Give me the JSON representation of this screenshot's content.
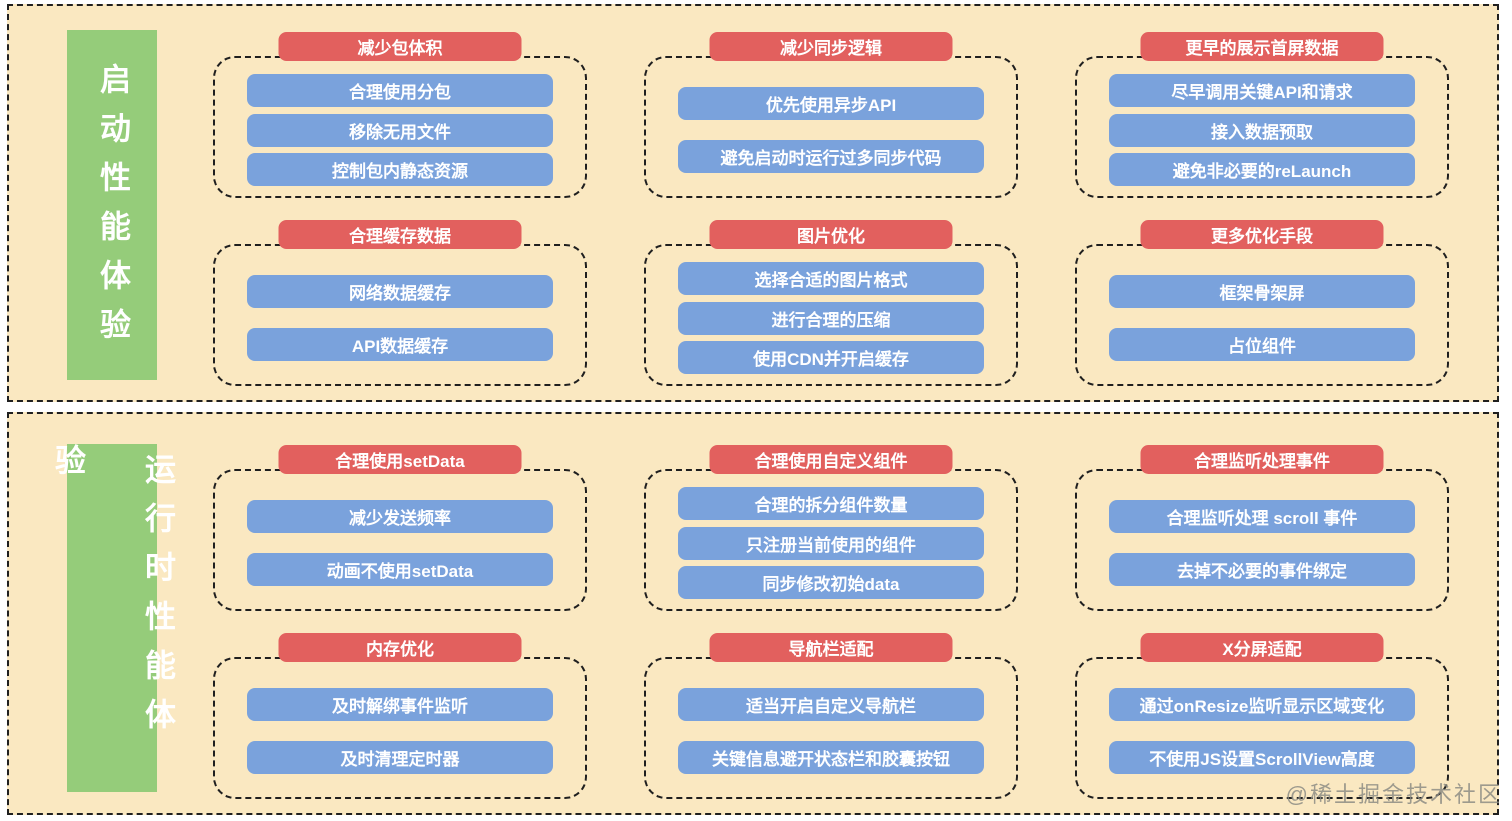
{
  "palette": {
    "page_background": "#FFFFFF",
    "panel_background": "#FAE8C1",
    "section_label_green": "#95CC7A",
    "header_red": "#E2605E",
    "item_blue": "#7AA2DC",
    "dashed_border": "#1F1F1F",
    "text_white": "#FFFFFF",
    "watermark_gray": "#8D8D85"
  },
  "watermark": "@稀土掘金技术社区",
  "sections": [
    {
      "label": "启动性能体验",
      "groups": [
        {
          "title": "减少包体积",
          "items": [
            "合理使用分包",
            "移除无用文件",
            "控制包内静态资源"
          ]
        },
        {
          "title": "减少同步逻辑",
          "items": [
            "优先使用异步API",
            "避免启动时运行过多同步代码"
          ]
        },
        {
          "title": "更早的展示首屏数据",
          "items": [
            "尽早调用关键API和请求",
            "接入数据预取",
            "避免非必要的reLaunch"
          ]
        },
        {
          "title": "合理缓存数据",
          "items": [
            "网络数据缓存",
            "API数据缓存"
          ]
        },
        {
          "title": "图片优化",
          "items": [
            "选择合适的图片格式",
            "进行合理的压缩",
            "使用CDN并开启缓存"
          ]
        },
        {
          "title": "更多优化手段",
          "items": [
            "框架骨架屏",
            "占位组件"
          ]
        }
      ]
    },
    {
      "label": "运行时性能体验",
      "groups": [
        {
          "title": "合理使用setData",
          "items": [
            "减少发送频率",
            "动画不使用setData"
          ]
        },
        {
          "title": "合理使用自定义组件",
          "items": [
            "合理的拆分组件数量",
            "只注册当前使用的组件",
            "同步修改初始data"
          ]
        },
        {
          "title": "合理监听处理事件",
          "items": [
            "合理监听处理 scroll 事件",
            "去掉不必要的事件绑定"
          ]
        },
        {
          "title": "内存优化",
          "items": [
            "及时解绑事件监听",
            "及时清理定时器"
          ]
        },
        {
          "title": "导航栏适配",
          "items": [
            "适当开启自定义导航栏",
            "关键信息避开状态栏和胶囊按钮"
          ]
        },
        {
          "title": "X分屏适配",
          "items": [
            "通过onResize监听显示区域变化",
            "不使用JS设置ScrollView高度"
          ]
        }
      ]
    }
  ]
}
